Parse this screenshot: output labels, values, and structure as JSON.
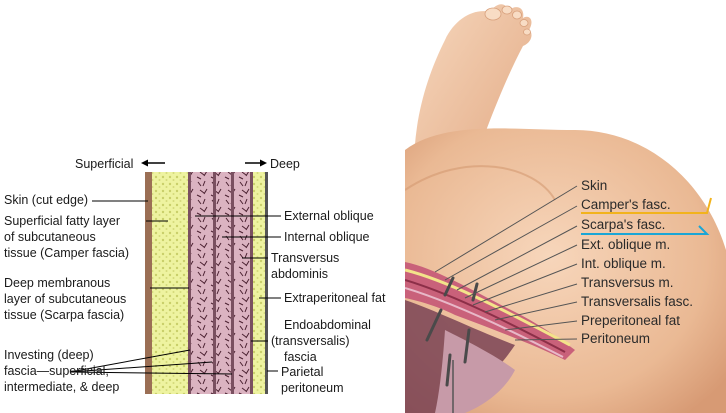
{
  "left_panel": {
    "direction_superficial": "Superficial",
    "direction_deep": "Deep",
    "labels_left": [
      "Skin (cut edge)",
      "Superficial fatty layer",
      "of subcutaneous",
      "tissue (Camper fascia)",
      "Deep membranous",
      "layer of subcutaneous",
      "tissue (Scarpa fascia)",
      "Investing (deep)",
      "fascia—superficial,",
      "intermediate, & deep"
    ],
    "labels_right": [
      "External oblique",
      "Internal oblique",
      "Transversus",
      "abdominis",
      "Extraperitoneal fat",
      "Endoabdominal",
      "(transversalis)",
      "fascia",
      "Parietal",
      "peritoneum"
    ]
  },
  "right_panel": {
    "labels": [
      "Skin",
      "Camper's fasc.",
      "Scarpa's fasc.",
      "Ext. oblique m.",
      "Int. oblique m.",
      "Transversus m.",
      "Transversalis fasc.",
      "Preperitoneal fat",
      "Peritoneum"
    ]
  },
  "colors": {
    "fat_yellow": "#eef3a0",
    "muscle_pink": "#dbb3c1",
    "skin_brown": "#9b6f55",
    "camper_highlight": "#f2b31c",
    "scarpa_highlight": "#1aa6d6",
    "baby_skin": "#f2c6a4"
  }
}
